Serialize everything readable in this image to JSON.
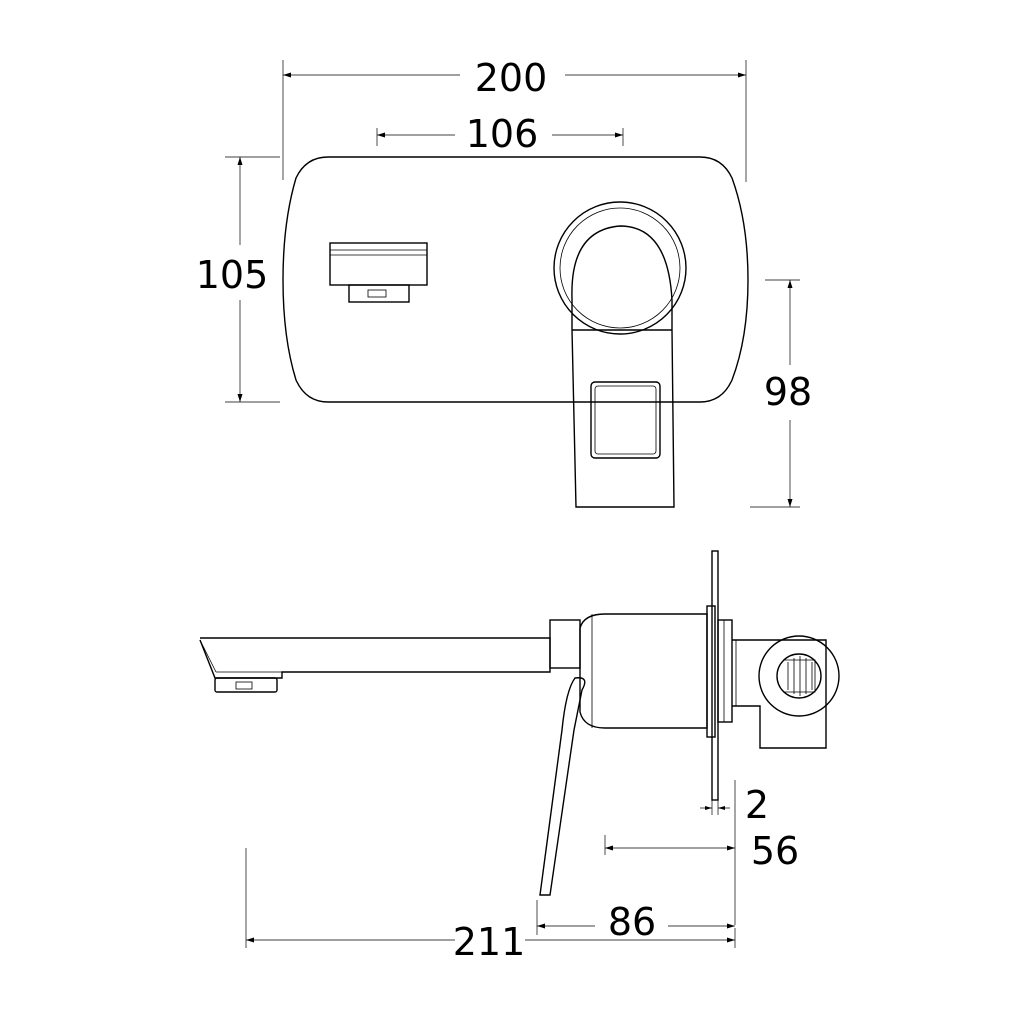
{
  "drawing": {
    "front_view": {
      "dimensions": {
        "plate_width": "200",
        "centers": "106",
        "plate_height": "105",
        "lever_drop": "98"
      }
    },
    "side_view": {
      "dimensions": {
        "plate_thickness": "2",
        "body_depth": "56",
        "lever_reach": "86",
        "spout_reach": "211"
      }
    }
  }
}
